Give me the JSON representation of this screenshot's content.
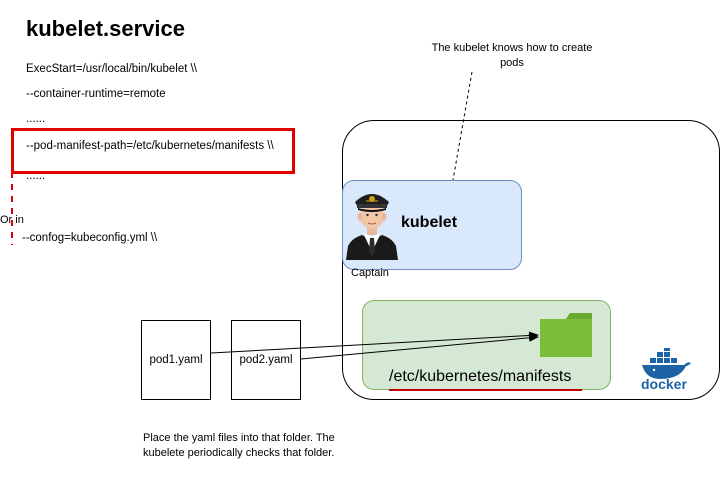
{
  "title": "kubelet.service",
  "config": {
    "exec_start": "ExecStart=/usr/local/bin/kubelet \\\\",
    "runtime": "--container-runtime=remote",
    "ellipsis1": "......",
    "manifest_path": "--pod-manifest-path=/etc/kubernetes/manifests \\\\",
    "ellipsis2": "......",
    "or_in": "Or in",
    "config_file": "--confog=kubeconfig.yml \\\\"
  },
  "note_top": {
    "line1": "The kubelet knows how to create",
    "line2": "pods"
  },
  "kubelet": {
    "label": "kubelet",
    "captain_label": "Captain"
  },
  "manifests": {
    "path": "/etc/kubernetes/manifests"
  },
  "files": [
    "pod1.yaml",
    "pod2.yaml"
  ],
  "docker_label": "docker",
  "note_bottom": {
    "line1": "Place the yaml files into that folder. The",
    "line2": "kubelete periodically checks that folder."
  },
  "colors": {
    "highlight_red": "#e00000",
    "kubelet_fill": "#dae8fc",
    "manifest_fill": "#d5e8d4",
    "folder_green": "#7dbd3c",
    "docker_blue": "#1d63a5"
  }
}
